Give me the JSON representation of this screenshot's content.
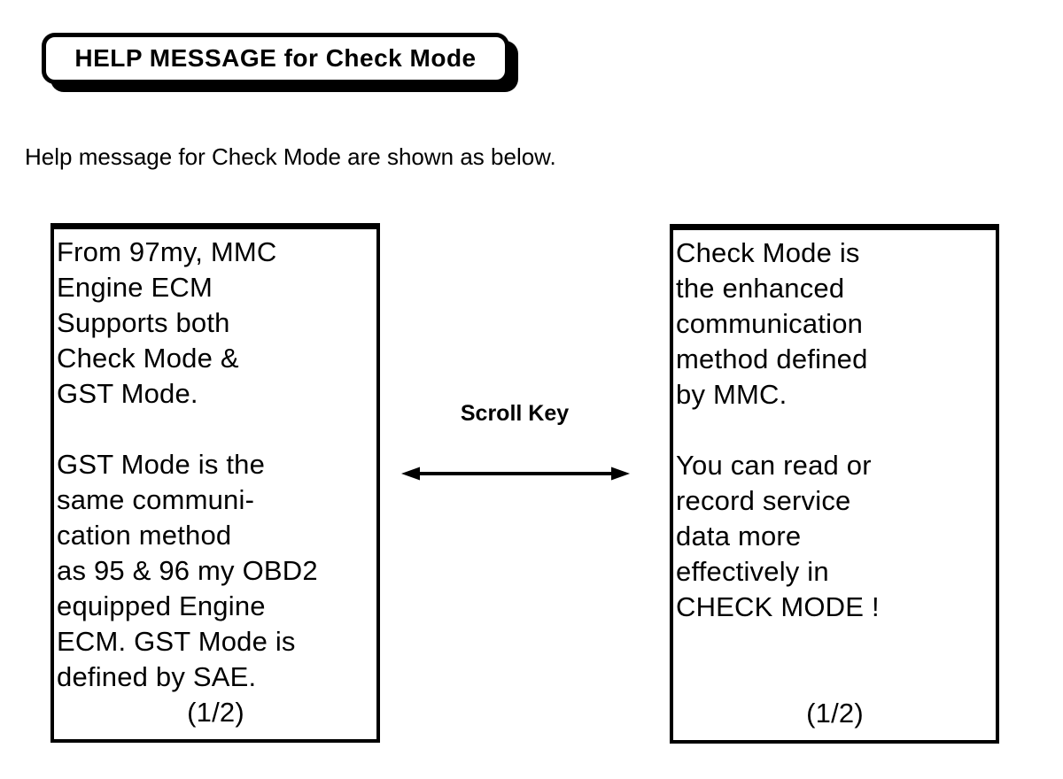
{
  "page": {
    "title": "HELP MESSAGE for Check Mode",
    "subtitle": "Help message for Check Mode are shown as below."
  },
  "left_screen": {
    "lines": [
      "From 97my, MMC",
      "Engine ECM",
      "Supports both",
      "Check Mode &",
      "GST Mode.",
      "",
      "GST Mode is the",
      "same communi-",
      "cation method",
      "as 95 & 96 my OBD2",
      "equipped Engine",
      "ECM. GST Mode is",
      "defined by SAE."
    ],
    "page_indicator": "(1/2)"
  },
  "right_screen": {
    "lines": [
      "Check Mode is",
      "the enhanced",
      "communication",
      "method defined",
      "by MMC.",
      "",
      "You can read or",
      "record service",
      "data more",
      "effectively in",
      "CHECK MODE !",
      "",
      ""
    ],
    "page_indicator": "(1/2)"
  },
  "scroll_key": {
    "label": "Scroll Key"
  },
  "icons": {
    "scroll_arrow": "double-headed-horizontal-arrow"
  },
  "colors": {
    "ink": "#000000",
    "paper": "#ffffff"
  }
}
